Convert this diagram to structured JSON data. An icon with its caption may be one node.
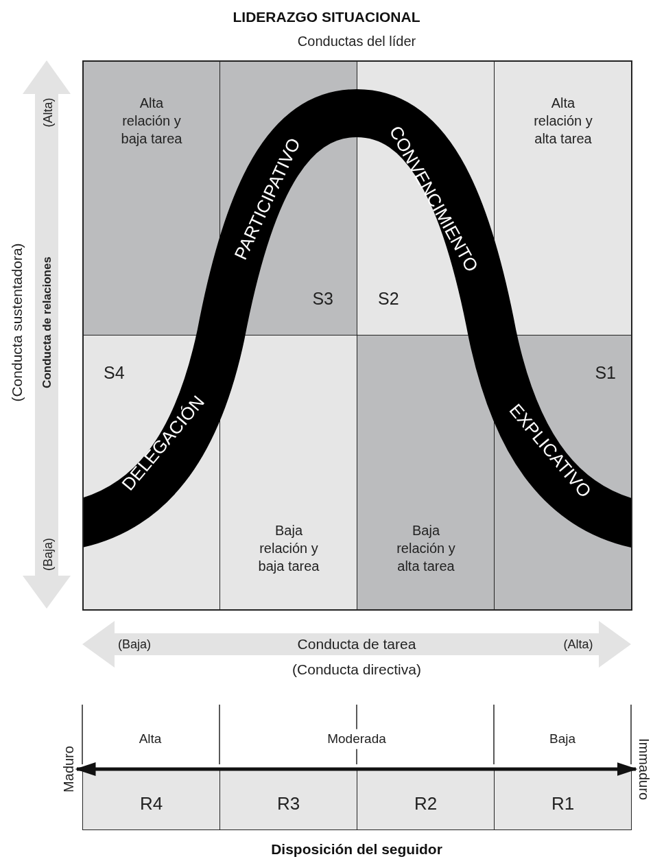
{
  "diagram": {
    "title": "LIDERAZGO SITUACIONAL",
    "nodes": [
      {
        "text": [
          "Alta relación y baja tarea"
        ]
      },
      {
        "text": [
          "S3"
        ]
      },
      {
        "text": [
          "S2"
        ]
      },
      {
        "text": [
          "Alta relación y alta tarea"
        ]
      },
      {
        "text": [
          "S4"
        ]
      },
      {
        "text": [
          "Baja relación y baja tarea"
        ]
      },
      {
        "text": [
          "Baja relación y alta tarea"
        ]
      },
      {
        "text": [
          "S1"
        ]
      },
      {
        "text": [
          "Maduro"
        ]
      },
      {
        "text": [
          "R4"
        ]
      },
      {
        "text": [
          "R3"
        ]
      },
      {
        "text": [
          "R2"
        ]
      },
      {
        "text": [
          "R1"
        ]
      },
      {
        "text": [
          "Immaduro"
        ]
      }
    ],
    "edges": [
      {
        "from": 8,
        "to": 13,
        "arrow": "both"
      }
    ],
    "labels": [
      "Conductas del líder",
      "(Alta)",
      "(Conducta sustentadora)",
      "Conducta de relaciones",
      "(Baja)",
      "PARTICIPATIVO",
      "CONVENCIMIENTO",
      "DELEGACIÓN",
      "EXPLICATIVO",
      "(Baja)",
      "Conducta de tarea",
      "(Alta)",
      "(Conducta directiva)",
      "Alta",
      "Moderada",
      "Baja",
      "Disposición del seguidor"
    ]
  }
}
